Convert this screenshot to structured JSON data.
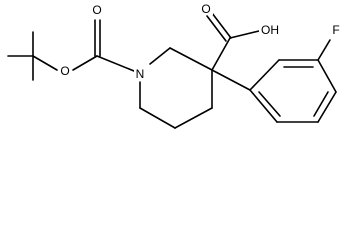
{
  "structure": {
    "atoms": {
      "o_ester": "O",
      "o_carbonyl_boc": "O",
      "n_ring": "N",
      "o_acid": "O",
      "oh_acid": "OH",
      "f_aryl": "F"
    }
  }
}
